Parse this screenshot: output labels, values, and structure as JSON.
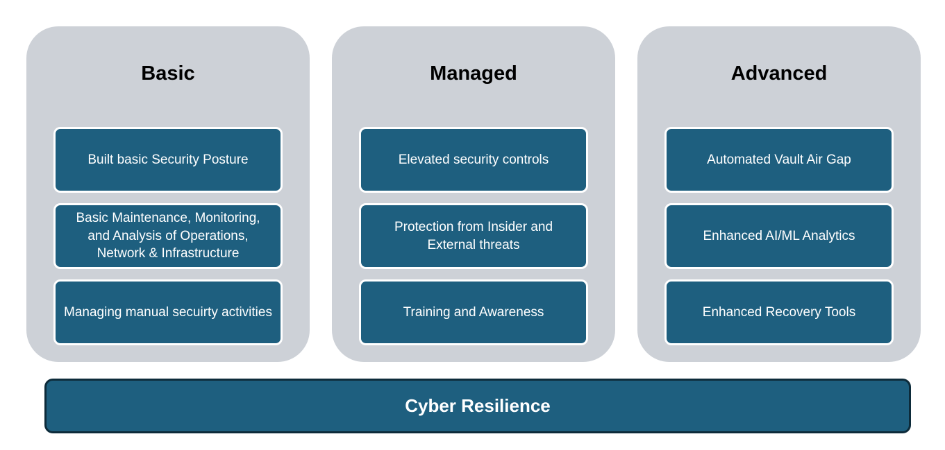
{
  "colors": {
    "panel_bg": "#CDD1D7",
    "box_bg": "#1E5F7F",
    "box_border": "#FFFFFF",
    "bar_bg": "#1E5F7F",
    "bar_border": "#0D2B3A",
    "title_text": "#000000",
    "box_text": "#FFFFFF"
  },
  "columns": [
    {
      "title": "Basic",
      "items": [
        "Built basic Security Posture",
        "Basic Maintenance, Monitoring, and Analysis of Operations, Network & Infrastructure",
        "Managing manual secuirty activities"
      ]
    },
    {
      "title": "Managed",
      "items": [
        "Elevated security controls",
        "Protection from Insider and External threats",
        "Training and Awareness"
      ]
    },
    {
      "title": "Advanced",
      "items": [
        "Automated Vault Air Gap",
        "Enhanced AI/ML Analytics",
        "Enhanced Recovery Tools"
      ]
    }
  ],
  "footer": {
    "label": "Cyber Resilience"
  }
}
